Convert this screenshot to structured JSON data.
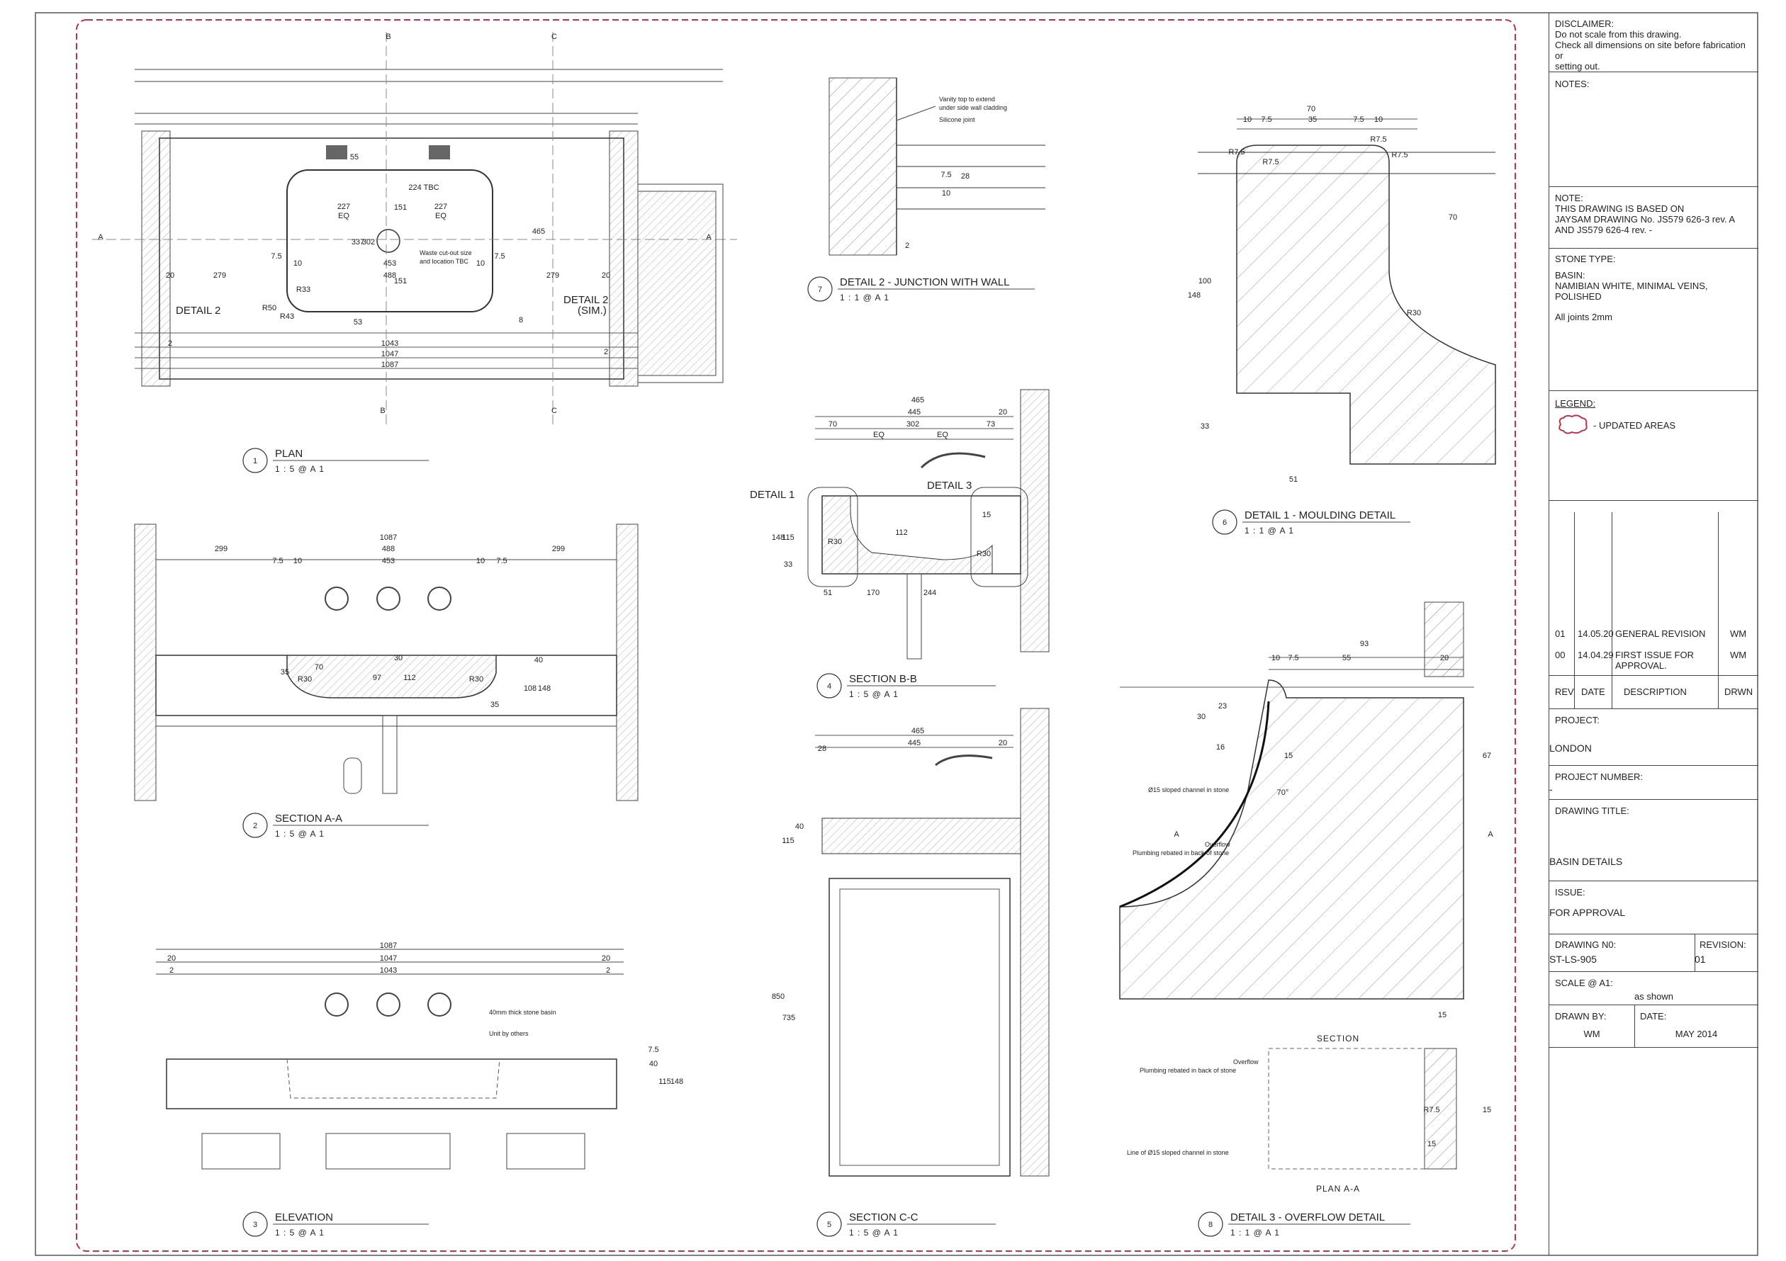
{
  "views": [
    {
      "num": "1",
      "title": "PLAN",
      "scale": "1 : 5  @ A 1"
    },
    {
      "num": "2",
      "title": "SECTION A-A",
      "scale": "1 : 5  @ A 1"
    },
    {
      "num": "3",
      "title": "ELEVATION",
      "scale": "1 : 5  @ A 1"
    },
    {
      "num": "4",
      "title": "SECTION B-B",
      "scale": "1 : 5  @ A 1"
    },
    {
      "num": "5",
      "title": "SECTION C-C",
      "scale": "1 : 5  @ A 1"
    },
    {
      "num": "6",
      "title": "DETAIL 1 - MOULDING DETAIL",
      "scale": "1 : 1  @ A 1"
    },
    {
      "num": "7",
      "title": "DETAIL 2 - JUNCTION WITH WALL",
      "scale": "1 : 1  @ A 1"
    },
    {
      "num": "8",
      "title": "DETAIL 3 - OVERFLOW DETAIL",
      "scale": "1 : 1  @ A 1"
    }
  ],
  "section_markers": {
    "a": "A",
    "b": "B",
    "c": "C"
  },
  "plan_labels": {
    "detail2": "DETAIL 2",
    "detail2_sim_a": "DETAIL 2",
    "detail2_sim_b": "(SIM.)",
    "waste_a": "Waste cut-out size",
    "waste_b": "and location TBC",
    "d227": "227",
    "eq": "EQ",
    "d224": "224 TBC",
    "d151": "151",
    "d337": "337",
    "d302": "302",
    "d453": "453",
    "d488": "488",
    "d279": "279",
    "d20": "20",
    "d10": "10",
    "d7_5": "7.5",
    "d1043": "1043",
    "d1047": "1047",
    "d1087": "1087",
    "d465": "465",
    "d55": "55",
    "d53": "53",
    "d2": "2",
    "d8": "8",
    "r50": "R50",
    "r33": "R33",
    "r43": "R43"
  },
  "sectionaa_labels": {
    "d1087": "1087",
    "d299": "299",
    "d488": "488",
    "d453": "453",
    "d10": "10",
    "d7_5": "7.5",
    "d35": "35",
    "d70": "70",
    "d97": "97",
    "d112": "112",
    "d40": "40",
    "d108": "108",
    "d148": "148",
    "r30": "R30",
    "d30": "30"
  },
  "elevation_labels": {
    "d1087": "1087",
    "d1047": "1047",
    "d1043": "1043",
    "d20": "20",
    "d2": "2",
    "stone": "40mm thick stone basin",
    "unit": "Unit by others",
    "d7_5": "7.5",
    "d40": "40",
    "d115": "115",
    "d148": "148"
  },
  "sectionbb_labels": {
    "detail1": "DETAIL 1",
    "detail3": "DETAIL 3",
    "d465": "465",
    "d445": "445",
    "d20": "20",
    "d70": "70",
    "d302": "302",
    "d73": "73",
    "eq": "EQ",
    "d112": "112",
    "d148": "148",
    "d115": "115",
    "d33": "33",
    "d51": "51",
    "d170": "170",
    "d244": "244",
    "r30": "R30",
    "d15": "15"
  },
  "sectioncc_labels": {
    "d465": "465",
    "d445": "445",
    "d20": "20",
    "d28": "28",
    "d40": "40",
    "d115": "115",
    "d850": "850",
    "d735": "735"
  },
  "detail2_labels": {
    "vanity_a": "Vanity top to extend",
    "vanity_b": "under side wall cladding",
    "silicone": "Silicone joint",
    "d7_5": "7.5",
    "d10": "10",
    "d28": "28",
    "d2": "2"
  },
  "detail1_labels": {
    "d70": "70",
    "d10": "10",
    "d7_5": "7.5",
    "d35": "35",
    "r7_5": "R7.5",
    "d100": "100",
    "d148": "148",
    "d33": "33",
    "d51": "51",
    "r30": "R30"
  },
  "detail3_labels": {
    "d93": "93",
    "d10": "10",
    "d7_5": "7.5",
    "d55": "55",
    "d20": "20",
    "d30": "30",
    "d23": "23",
    "d16": "16",
    "d15": "15",
    "d67": "67",
    "a70": "70°",
    "channel": "Ø15 sloped channel in stone",
    "overflow": "Overflow",
    "plumbing": "Plumbing rebated in back of stone",
    "section": "SECTION",
    "plan": "PLAN A-A",
    "channel_line": "Line of Ø15 sloped channel in stone",
    "r7_5": "R7.5",
    "marker": "A"
  },
  "titleblock": {
    "disclaimer_head": "DISCLAIMER:",
    "disclaimer_1": "Do not scale from this drawing.",
    "disclaimer_2": "Check all dimensions on site before fabrication or",
    "disclaimer_3": "setting out.",
    "notes_head": "NOTES:",
    "note_head": "NOTE:",
    "note_1": "THIS DRAWING IS BASED ON",
    "note_2": "JAYSAM DRAWING No. JS579 626-3 rev. A",
    "note_3": "AND JS579 626-4 rev. -",
    "stone_head": "STONE TYPE:",
    "stone_1": "BASIN:",
    "stone_2": "NAMIBIAN WHITE, MINIMAL VEINS,",
    "stone_3": "POLISHED",
    "stone_4": "All joints 2mm",
    "legend_head": "LEGEND:",
    "legend_item": "- UPDATED AREAS",
    "revisions": [
      {
        "rev": "01",
        "date": "14.05.20",
        "desc": "GENERAL REVISION",
        "desc2": "",
        "drwn": "WM"
      },
      {
        "rev": "00",
        "date": "14.04.29",
        "desc": "FIRST ISSUE FOR",
        "desc2": "APPROVAL.",
        "drwn": "WM"
      }
    ],
    "rev_head": {
      "rev": "REV",
      "date": "DATE",
      "desc": "DESCRIPTION",
      "drwn": "DRWN"
    },
    "project_head": "PROJECT:",
    "project": "LONDON",
    "project_number_head": "PROJECT NUMBER:",
    "project_number": "-",
    "drawing_title_head": "DRAWING TITLE:",
    "drawing_title": "BASIN DETAILS",
    "issue_head": "ISSUE:",
    "issue": "FOR APPROVAL",
    "drawing_no_head": "DRAWING N0:",
    "drawing_no": "ST-LS-905",
    "revision_head": "REVISION:",
    "revision": "01",
    "scale_head": "SCALE @ A1:",
    "scale": "as shown",
    "drawn_by_head": "DRAWN BY:",
    "drawn_by": "WM",
    "date_head": "DATE:",
    "date": "MAY 2014"
  },
  "colors": {
    "revision_cloud": "#b8344a",
    "line": "#333333",
    "hatch": "#777777"
  }
}
